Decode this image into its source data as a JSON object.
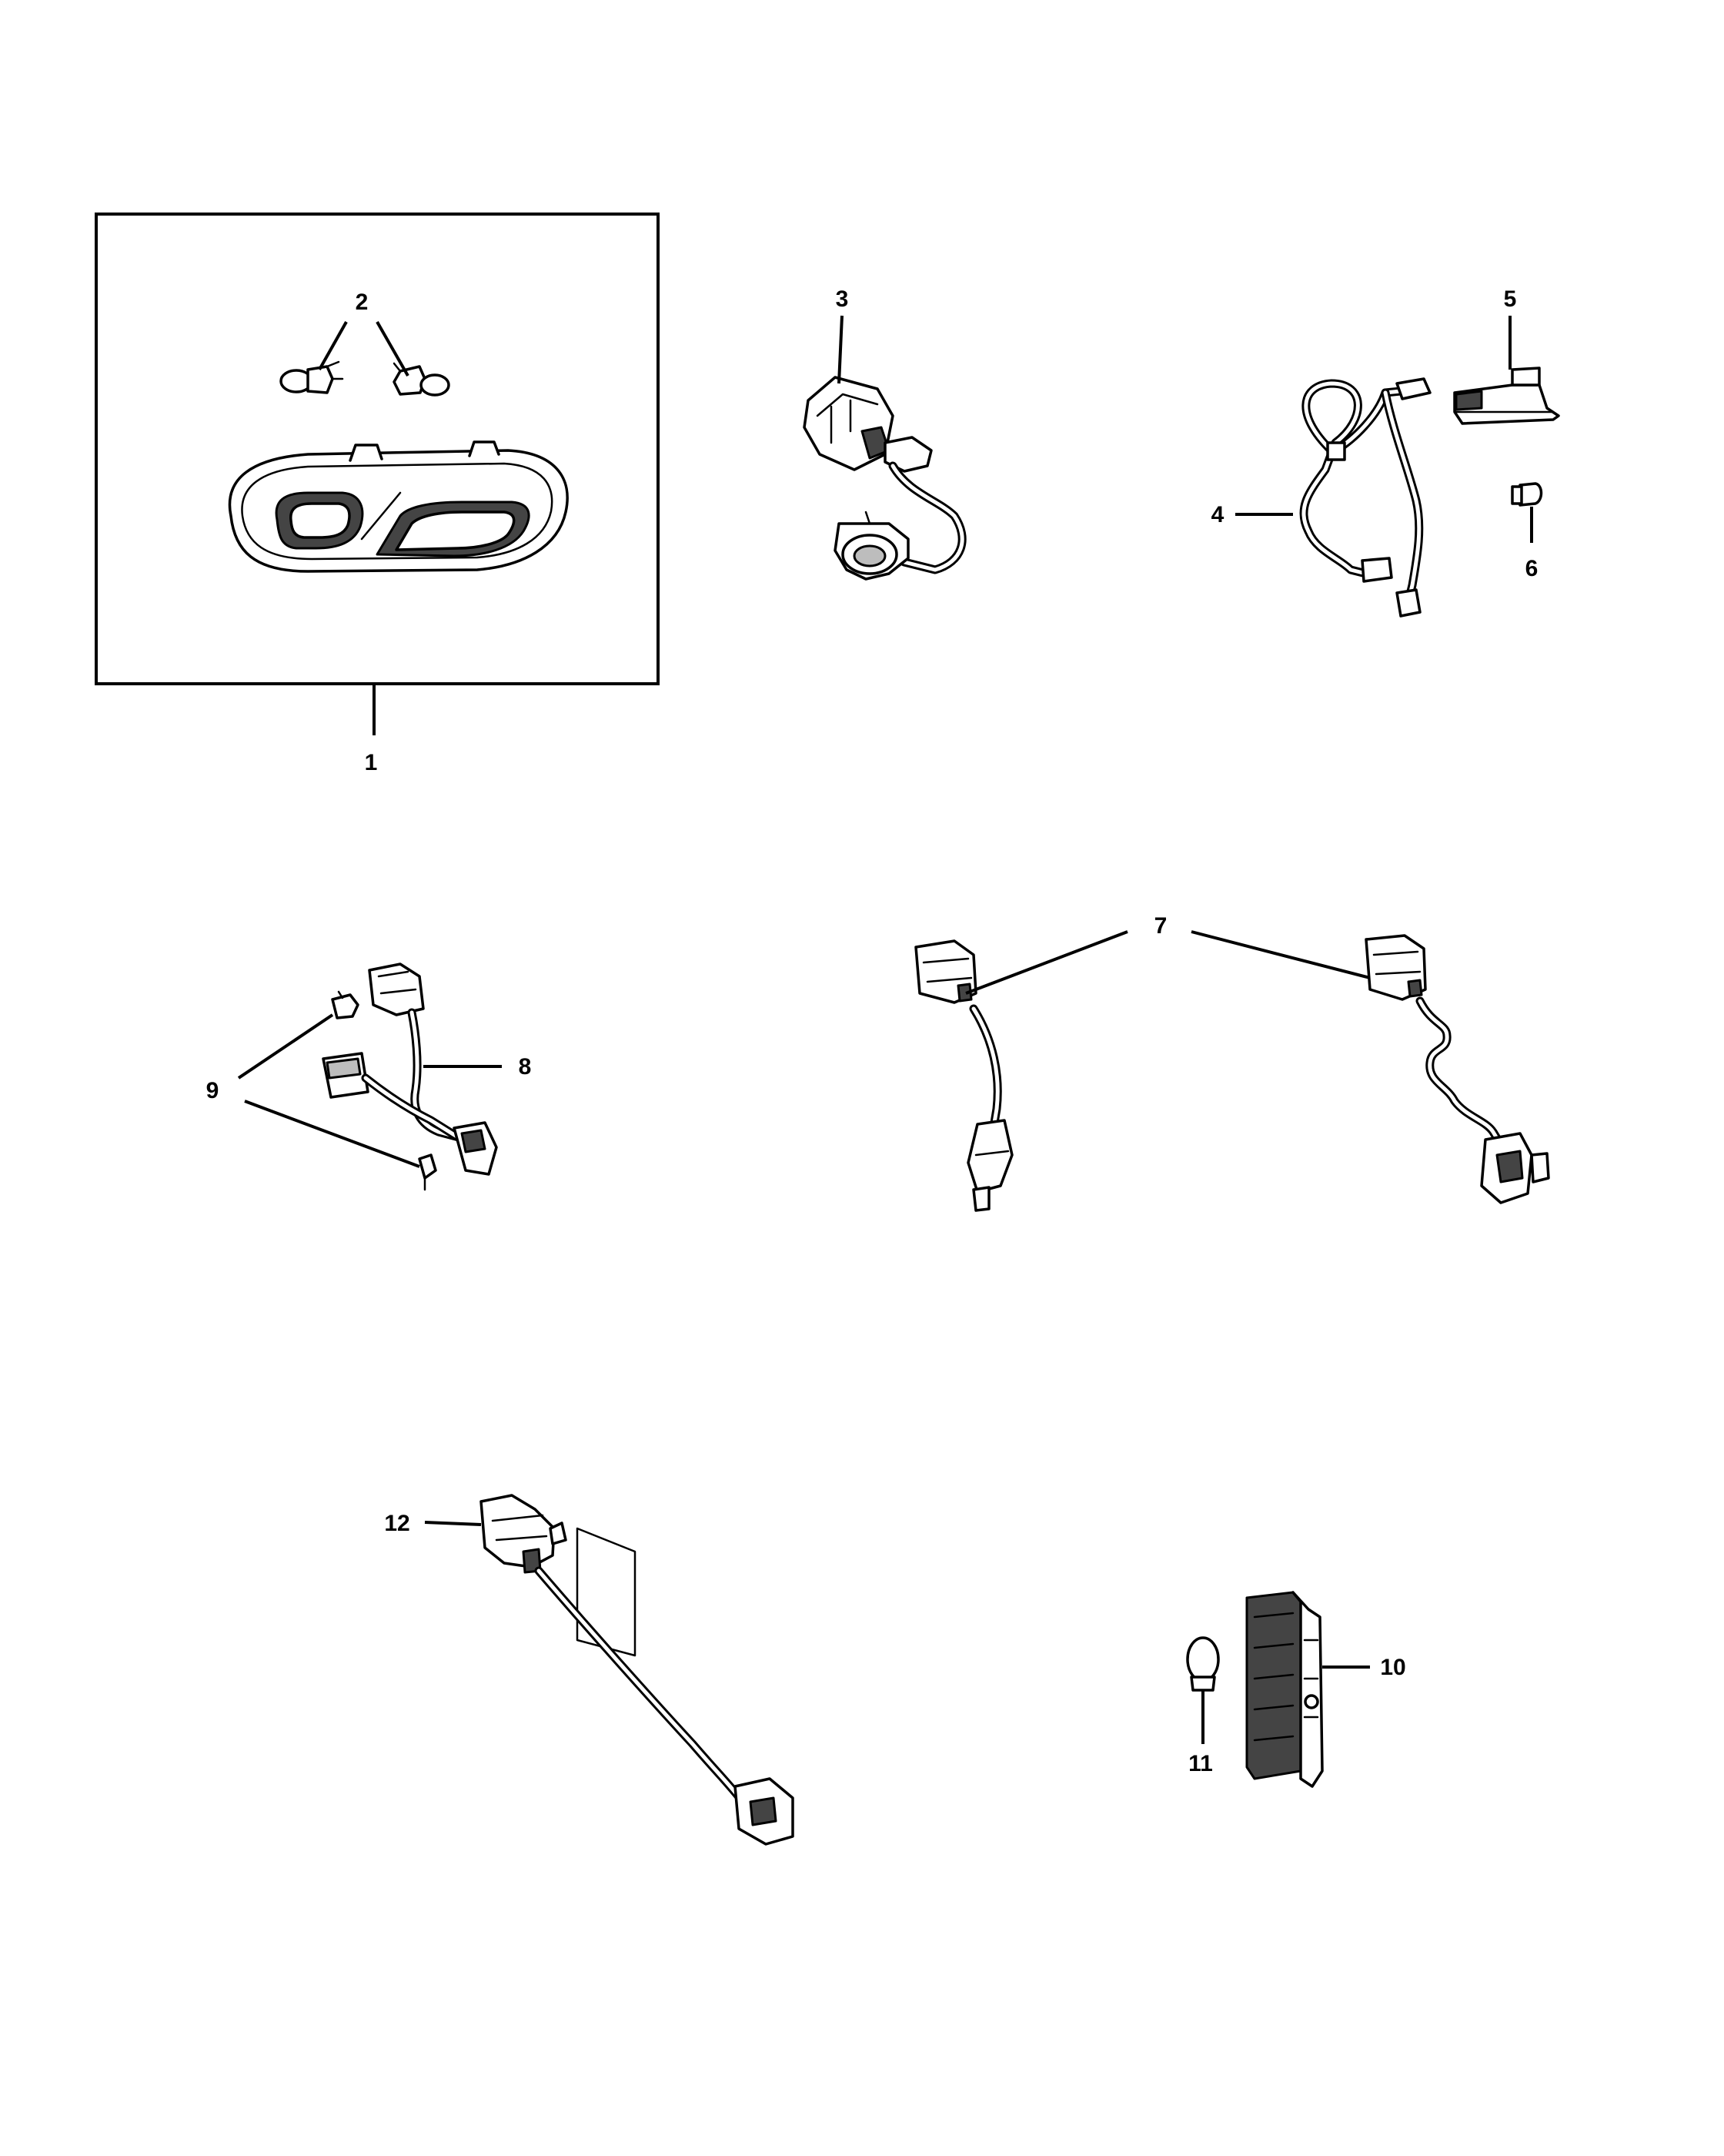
{
  "callouts": {
    "c1": "1",
    "c2": "2",
    "c3": "3",
    "c4": "4",
    "c5": "5",
    "c6": "6",
    "c7": "7",
    "c8": "8",
    "c9": "9",
    "c10": "10",
    "c11": "11",
    "c12": "12"
  },
  "colors": {
    "line": "#000000",
    "background": "#ffffff",
    "shade": "#bdbdbd",
    "dark": "#444444"
  }
}
